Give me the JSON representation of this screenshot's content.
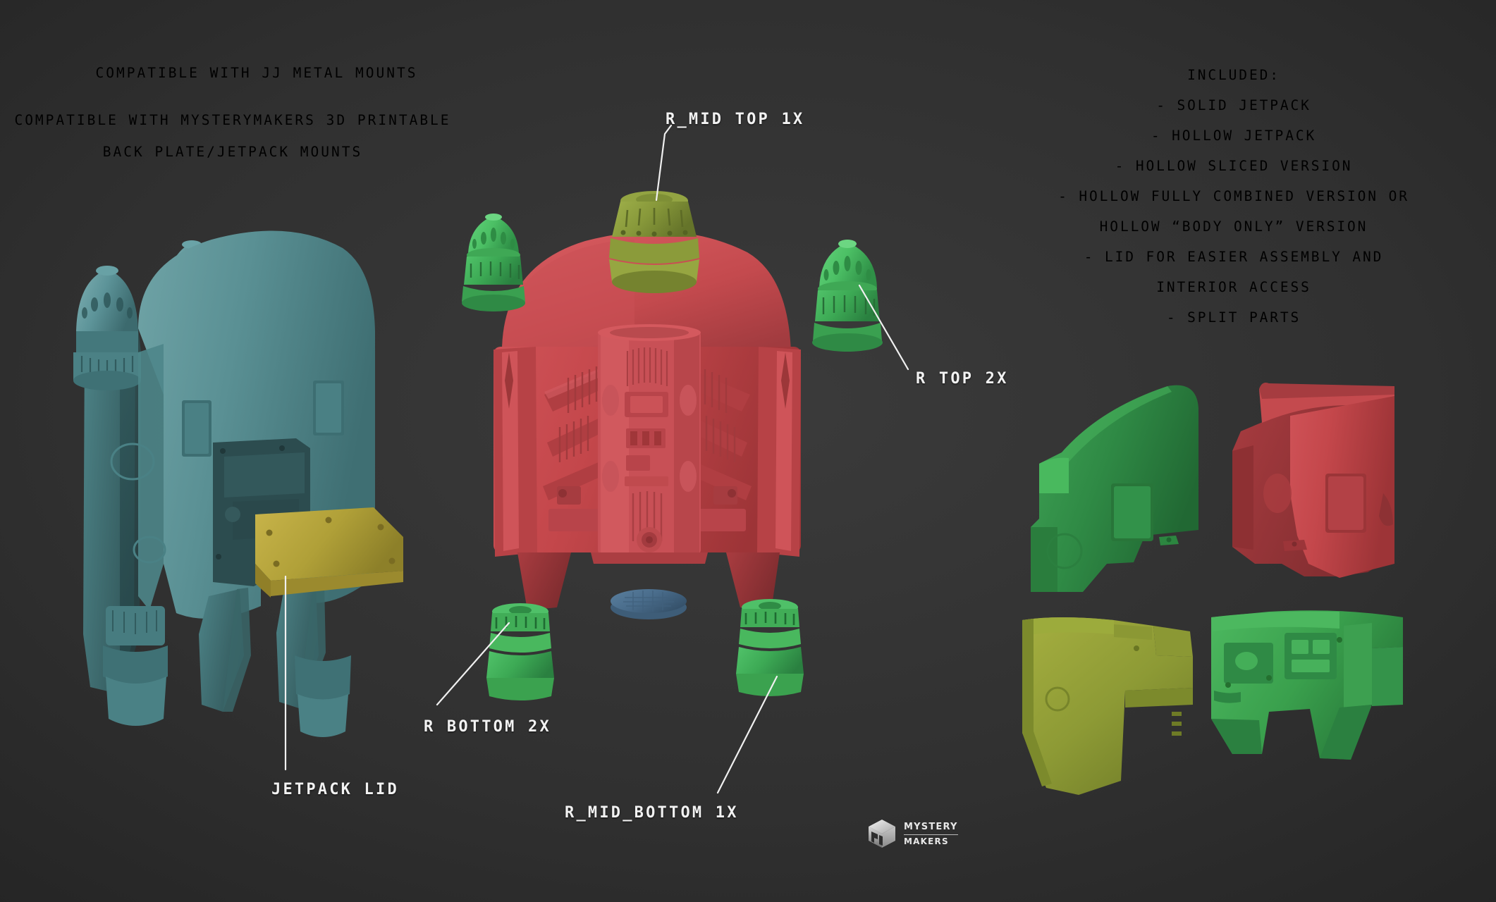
{
  "background_color": "#2e2e2e",
  "text_color": "#f2f2f2",
  "compatibility": {
    "line1": "COMPATIBLE WITH JJ METAL MOUNTS",
    "line2": "COMPATIBLE WITH MYSTERYMAKERS 3D PRINTABLE",
    "line3": "BACK PLATE/JETPACK MOUNTS"
  },
  "included": {
    "heading": "INCLUDED:",
    "items": [
      "- SOLID JETPACK",
      "- HOLLOW JETPACK",
      "- HOLLOW SLICED VERSION",
      "- HOLLOW FULLY COMBINED VERSION OR",
      "HOLLOW “BODY ONLY” VERSION",
      "- LID FOR EASIER ASSEMBLY AND",
      "INTERIOR ACCESS",
      "- SPLIT PARTS"
    ]
  },
  "callouts": {
    "r_mid_top": "R_MID TOP 1X",
    "r_top": "R TOP 2X",
    "r_bottom": "R BOTTOM 2X",
    "r_mid_bottom": "R_MID_BOTTOM 1X",
    "jetpack_lid": "JETPACK LID"
  },
  "logo": {
    "word_top": "MYSTERY",
    "word_bottom": "MAKERS"
  },
  "model_colors": {
    "teal_backplate": "#5c9296",
    "teal_dark": "#3b6a6d",
    "olive_lid": "#b5a33c",
    "red_body": "#c4474b",
    "red_dark": "#9c3539",
    "green_light": "#4fbf66",
    "green_mid": "#3da551",
    "green_olive": "#8a9b3c",
    "green_dark": "#2f8a42",
    "blue_disc": "#4a6d8c"
  },
  "parts": [
    {
      "name": "teal-backplate-assembly",
      "color": "#5c9296"
    },
    {
      "name": "jetpack-lid",
      "color": "#b5a33c"
    },
    {
      "name": "red-jetpack-body",
      "color": "#c4474b"
    },
    {
      "name": "r-mid-top-nozzle",
      "color": "#8a9b3c"
    },
    {
      "name": "r-top-nozzle-left",
      "color": "#4fbf66"
    },
    {
      "name": "r-top-nozzle-right",
      "color": "#4fbf66"
    },
    {
      "name": "r-bottom-nozzle-left",
      "color": "#3da551"
    },
    {
      "name": "r-bottom-nozzle-right",
      "color": "#3da551"
    },
    {
      "name": "r-mid-bottom-disc",
      "color": "#4a6d8c"
    },
    {
      "name": "split-shell-green",
      "color": "#2f8a42"
    },
    {
      "name": "split-shell-red",
      "color": "#c4474b"
    },
    {
      "name": "split-shell-olive",
      "color": "#8a9b3c"
    },
    {
      "name": "split-shell-green-interior",
      "color": "#3da551"
    }
  ]
}
